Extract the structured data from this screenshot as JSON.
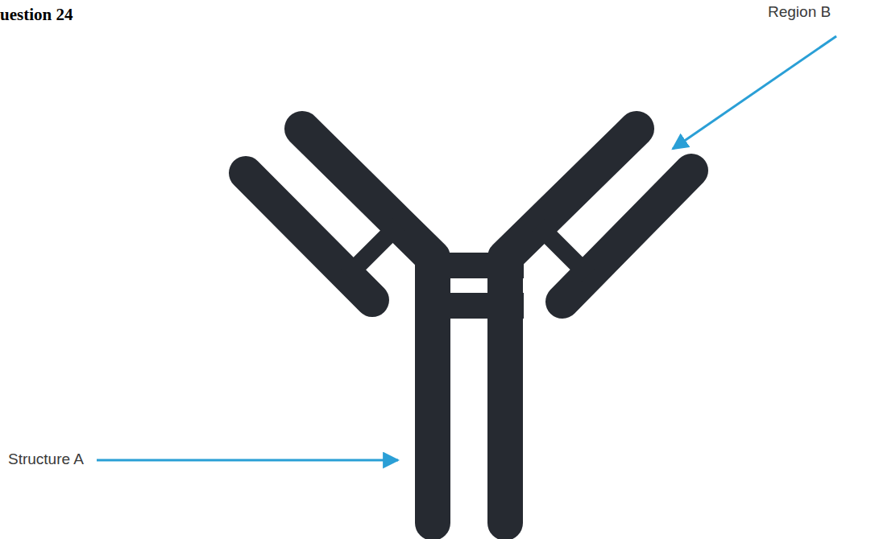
{
  "diagram": {
    "title": "uestion 24",
    "labels": [
      "Region B",
      "Structure A"
    ]
  }
}
